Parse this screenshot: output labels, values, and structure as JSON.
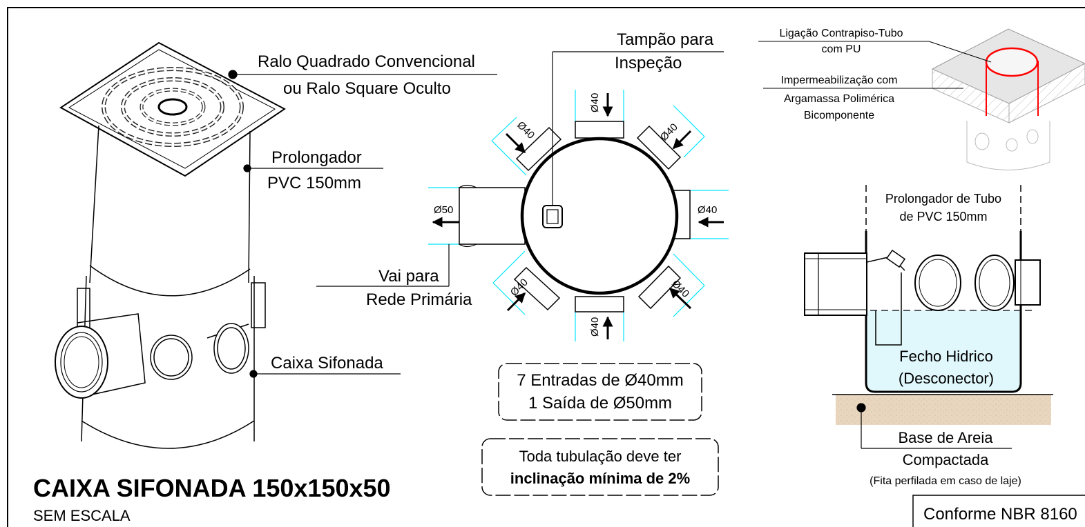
{
  "title": "CAIXA SIFONADA 150x150x50",
  "subtitle": "SEM ESCALA",
  "standard": "Conforme NBR 8160",
  "left_view": {
    "ralo_label": "Ralo Quadrado Convencional",
    "ralo_alt_label": "ou Ralo Square Oculto",
    "prolongador_line1": "Prolongador",
    "prolongador_line2": "PVC 150mm",
    "caixa_label": "Caixa Sifonada",
    "colors": {
      "ralo_alt": "#ff0000"
    }
  },
  "top_view": {
    "tampao_line1": "Tampão para",
    "tampao_line2": "Inspeção",
    "inlet_label": "Ø40",
    "outlet_label": "Ø50",
    "rede_line1": "Vai para",
    "rede_line2": "Rede Primária",
    "summary_line1": "7 Entradas de Ø40mm",
    "summary_line2": "1 Saída de Ø50mm",
    "note_line1": "Toda tubulação deve ter",
    "note_line2": "inclinação mínima de 2%",
    "colors": {
      "extension_lines": "#00e5ff"
    }
  },
  "iso_view": {
    "ligacao_line1": "Ligação Contrapiso-Tubo",
    "ligacao_line2": "com PU",
    "imper_line1": "Impermeabilização com",
    "imper_line2": "Argamassa Polimérica",
    "imper_line3": "Bicomponente",
    "colors": {
      "tube": "#ff0000"
    }
  },
  "section_view": {
    "prolong_line1": "Prolongador de Tubo",
    "prolong_line2": "de PVC 150mm",
    "fecho_line1": "Fecho Hidrico",
    "fecho_line2": "(Desconector)",
    "base_line1": "Base de Areia",
    "base_line2": "Compactada",
    "base_note": "(Fita perfilada em caso de laje)",
    "colors": {
      "water": "#e0f7fb",
      "sand": "#e9d6bf"
    }
  }
}
